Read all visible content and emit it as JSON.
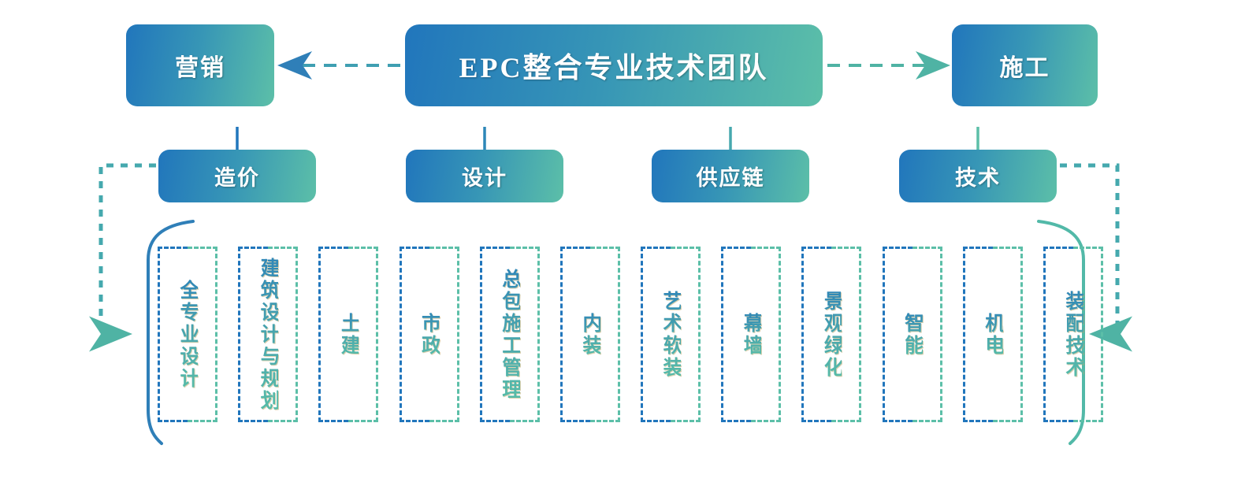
{
  "diagram": {
    "title": "EPC整合专业技术团队",
    "root": {
      "label": "EPC整合专业技术团队"
    },
    "lateral": {
      "left": {
        "label": "营销",
        "arrow": "arrow-left"
      },
      "right": {
        "label": "施工",
        "arrow": "arrow-right"
      }
    },
    "tier2": [
      {
        "label": "造价"
      },
      {
        "label": "设计"
      },
      {
        "label": "供应链"
      },
      {
        "label": "技术"
      }
    ],
    "leaves": [
      {
        "label": "全专业设计"
      },
      {
        "label": "建筑设计与规划"
      },
      {
        "label": "土建"
      },
      {
        "label": "市政"
      },
      {
        "label": "总包施工管理"
      },
      {
        "label": "内装"
      },
      {
        "label": "艺术软装"
      },
      {
        "label": "幕墙"
      },
      {
        "label": "景观绿化"
      },
      {
        "label": "智能"
      },
      {
        "label": "机电"
      },
      {
        "label": "装配技术"
      }
    ],
    "colors": {
      "gradient_start": "#2176bc",
      "gradient_mid": "#3796b6",
      "gradient_end": "#5cbfa8",
      "dashed_blue": "#2176bc",
      "dashed_green": "#5cbfa8",
      "text_on_pill": "#ffffff"
    }
  }
}
